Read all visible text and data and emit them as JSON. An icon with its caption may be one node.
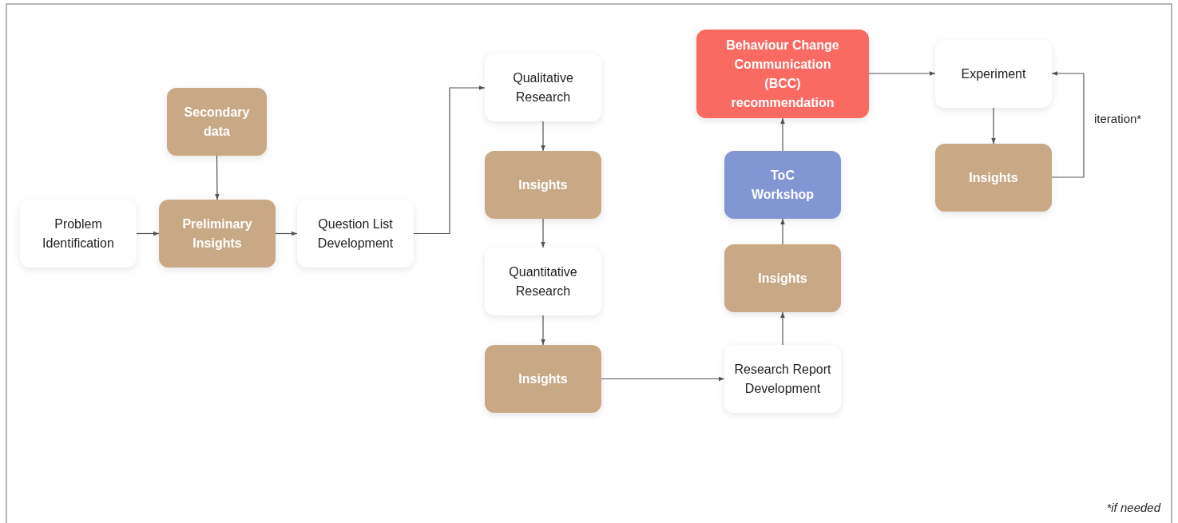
{
  "diagram": {
    "nodes": [
      {
        "text": [
          "Secondary data"
        ]
      },
      {
        "text": [
          "Problem Identification"
        ]
      },
      {
        "text": [
          "Preliminary Insights"
        ]
      },
      {
        "text": [
          "Question List Development"
        ]
      },
      {
        "text": [
          "Qualitative Research"
        ]
      },
      {
        "text": [
          "Insights"
        ]
      },
      {
        "text": [
          "Quantitative Research"
        ]
      },
      {
        "text": [
          "Insights"
        ]
      },
      {
        "text": [
          "Research Report Development"
        ]
      },
      {
        "text": [
          "Insights"
        ]
      },
      {
        "text": [
          "ToC Workshop"
        ]
      },
      {
        "text": [
          "Behaviour Change Communication (BCC) recommendation"
        ]
      },
      {
        "text": [
          "Experiment"
        ]
      },
      {
        "text": [
          "Insights"
        ]
      }
    ],
    "edges": [
      {
        "from": 0,
        "to": 2,
        "arrow": "to"
      },
      {
        "from": 1,
        "to": 2,
        "arrow": "to"
      },
      {
        "from": 2,
        "to": 3,
        "arrow": "to"
      },
      {
        "from": 3,
        "to": 4,
        "arrow": "to"
      },
      {
        "from": 4,
        "to": 5,
        "arrow": "to"
      },
      {
        "from": 5,
        "to": 6,
        "arrow": "to"
      },
      {
        "from": 6,
        "to": 7,
        "arrow": "to"
      },
      {
        "from": 7,
        "to": 8,
        "arrow": "to"
      },
      {
        "from": 8,
        "to": 9,
        "arrow": "to"
      },
      {
        "from": 9,
        "to": 10,
        "arrow": "to"
      },
      {
        "from": 10,
        "to": 11,
        "arrow": "to"
      },
      {
        "from": 11,
        "to": 12,
        "arrow": "to"
      },
      {
        "from": 12,
        "to": 13,
        "arrow": "to"
      },
      {
        "from": 13,
        "to": 12,
        "arrow": "to",
        "label": "iteration*"
      }
    ],
    "labels": [
      "*if needed"
    ]
  }
}
